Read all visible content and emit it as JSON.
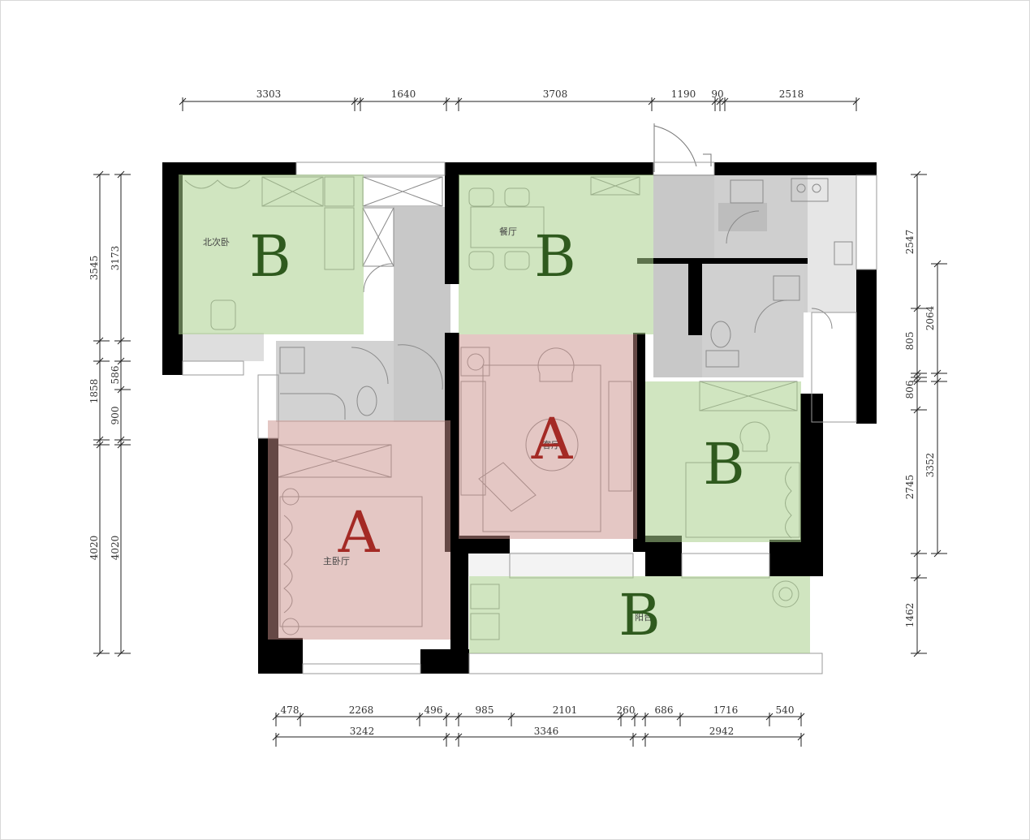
{
  "colors": {
    "zone_a": "#c98f8a",
    "zone_b": "#a9cf8c",
    "label_a": "#a42a25",
    "label_b": "#2f5a1e",
    "wall": "#000000",
    "service": "#c9c9c9"
  },
  "dimensions": {
    "top": [
      "3303",
      "1640",
      "3708",
      "1190",
      "90",
      "2518"
    ],
    "bottom_row1": [
      "478",
      "2268",
      "496",
      "985",
      "2101",
      "260",
      "686",
      "1716",
      "540"
    ],
    "bottom_row2": [
      "3242",
      "3346",
      "2942"
    ],
    "left_outer": [
      "3545",
      "1858",
      "4020"
    ],
    "left_inner": [
      "3173",
      "586",
      "900",
      "4020"
    ],
    "right_outer": [
      "2547",
      "805",
      "806",
      "2745",
      "1462"
    ],
    "right_inner": [
      "2064",
      "3352"
    ]
  },
  "rooms": {
    "north_bedroom": "北次卧",
    "dining": "餐厅",
    "living": "客厅",
    "master_bedroom": "主卧厅",
    "balcony": "阳台"
  },
  "zones": [
    {
      "letter": "B",
      "type": "b"
    },
    {
      "letter": "B",
      "type": "b"
    },
    {
      "letter": "A",
      "type": "a"
    },
    {
      "letter": "B",
      "type": "b"
    },
    {
      "letter": "A",
      "type": "a"
    },
    {
      "letter": "B",
      "type": "b"
    }
  ]
}
